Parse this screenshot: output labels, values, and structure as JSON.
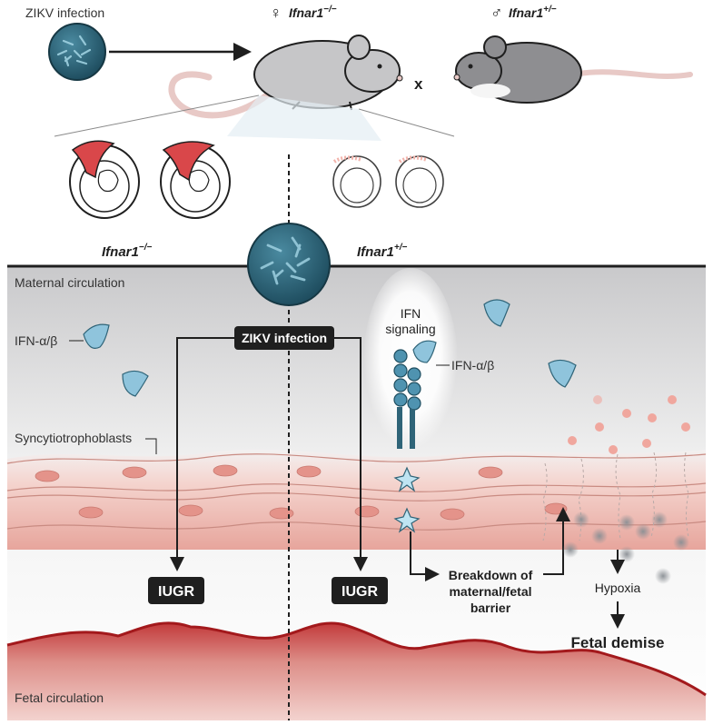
{
  "top": {
    "zikv_infection": "ZIKV infection",
    "female_symbol": "♀",
    "female_gene": "Ifnar1",
    "female_sup": "−/−",
    "male_symbol": "♂",
    "male_gene": "Ifnar1",
    "male_sup": "+/−",
    "cross": "x"
  },
  "genotypes": {
    "left_gene": "Ifnar1",
    "left_sup": "−/−",
    "right_gene": "Ifnar1",
    "right_sup": "+/−"
  },
  "labels": {
    "maternal_circulation": "Maternal circulation",
    "ifn_ab": "IFN-α/β",
    "ifn_ab_receptor": "IFN-α/β",
    "ifn_signaling_1": "IFN",
    "ifn_signaling_2": "signaling",
    "zikv_box": "ZIKV infection",
    "syncytio": "Syncytiotrophoblasts",
    "iugr_left": "IUGR",
    "iugr_right": "IUGR",
    "breakdown_1": "Breakdown of",
    "breakdown_2": "maternal/fetal",
    "breakdown_3": "barrier",
    "hypoxia": "Hypoxia",
    "fetal_demise": "Fetal demise",
    "fetal_circulation": "Fetal circulation"
  },
  "colors": {
    "virus": "#2f6478",
    "ifn_drop": "#8fc4dc",
    "tissue": "#f0c0b4",
    "fetal_red": "#b3262a",
    "placenta_red": "#d9474a",
    "dark_box": "#1f1f1f"
  }
}
